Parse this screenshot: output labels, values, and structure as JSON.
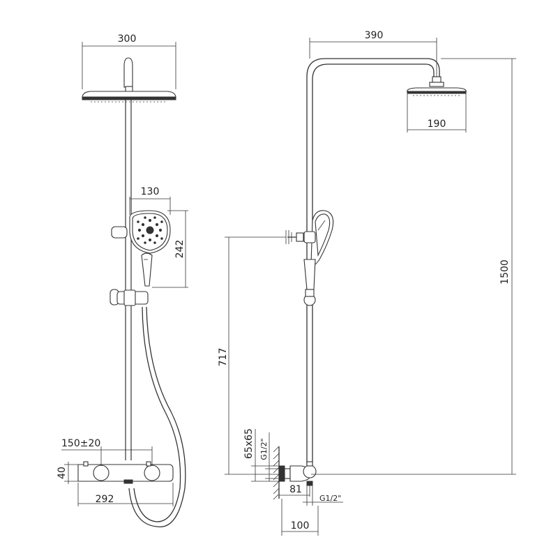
{
  "front_view": {
    "head_width": "300",
    "hand_shower_width": "130",
    "hand_shower_height": "242",
    "valve_centers": "150±20",
    "valve_height": "40",
    "valve_length": "292"
  },
  "side_view": {
    "arm_reach": "390",
    "head_diameter": "190",
    "total_height": "1500",
    "outlet_height": "717",
    "flange_size": "65x65",
    "inlet_thread_side": "G1/2\"",
    "wall_offset": "81",
    "inlet_thread_bottom": "G1/2\"",
    "base_offset": "100"
  },
  "colors": {
    "line": "#333333",
    "background": "#ffffff"
  }
}
